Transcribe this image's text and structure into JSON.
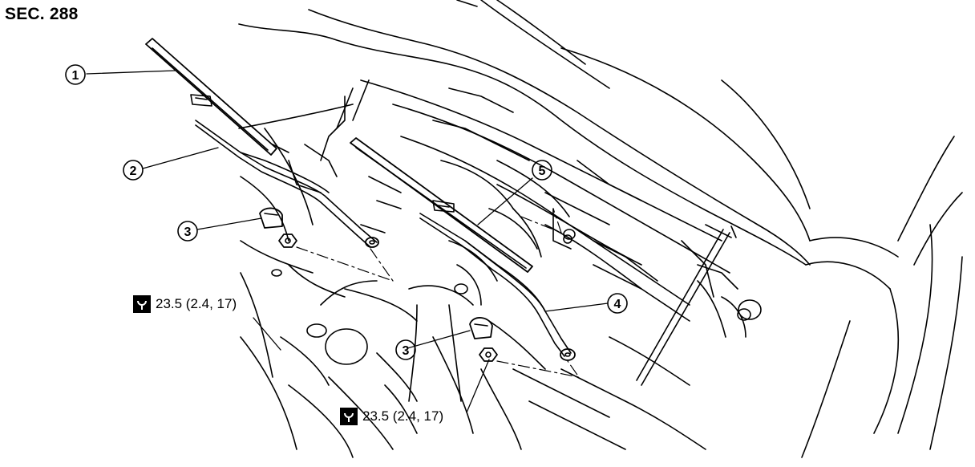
{
  "section": {
    "title": "SEC. 288"
  },
  "callouts": [
    {
      "number": "1"
    },
    {
      "number": "2"
    },
    {
      "number": "3"
    },
    {
      "number": "3"
    },
    {
      "number": "4"
    },
    {
      "number": "5"
    }
  ],
  "torque_specs": [
    {
      "value": "23.5 (2.4, 17)",
      "icon": "torque-wrench-icon"
    },
    {
      "value": "23.5 (2.4, 17)",
      "icon": "torque-wrench-icon"
    }
  ]
}
